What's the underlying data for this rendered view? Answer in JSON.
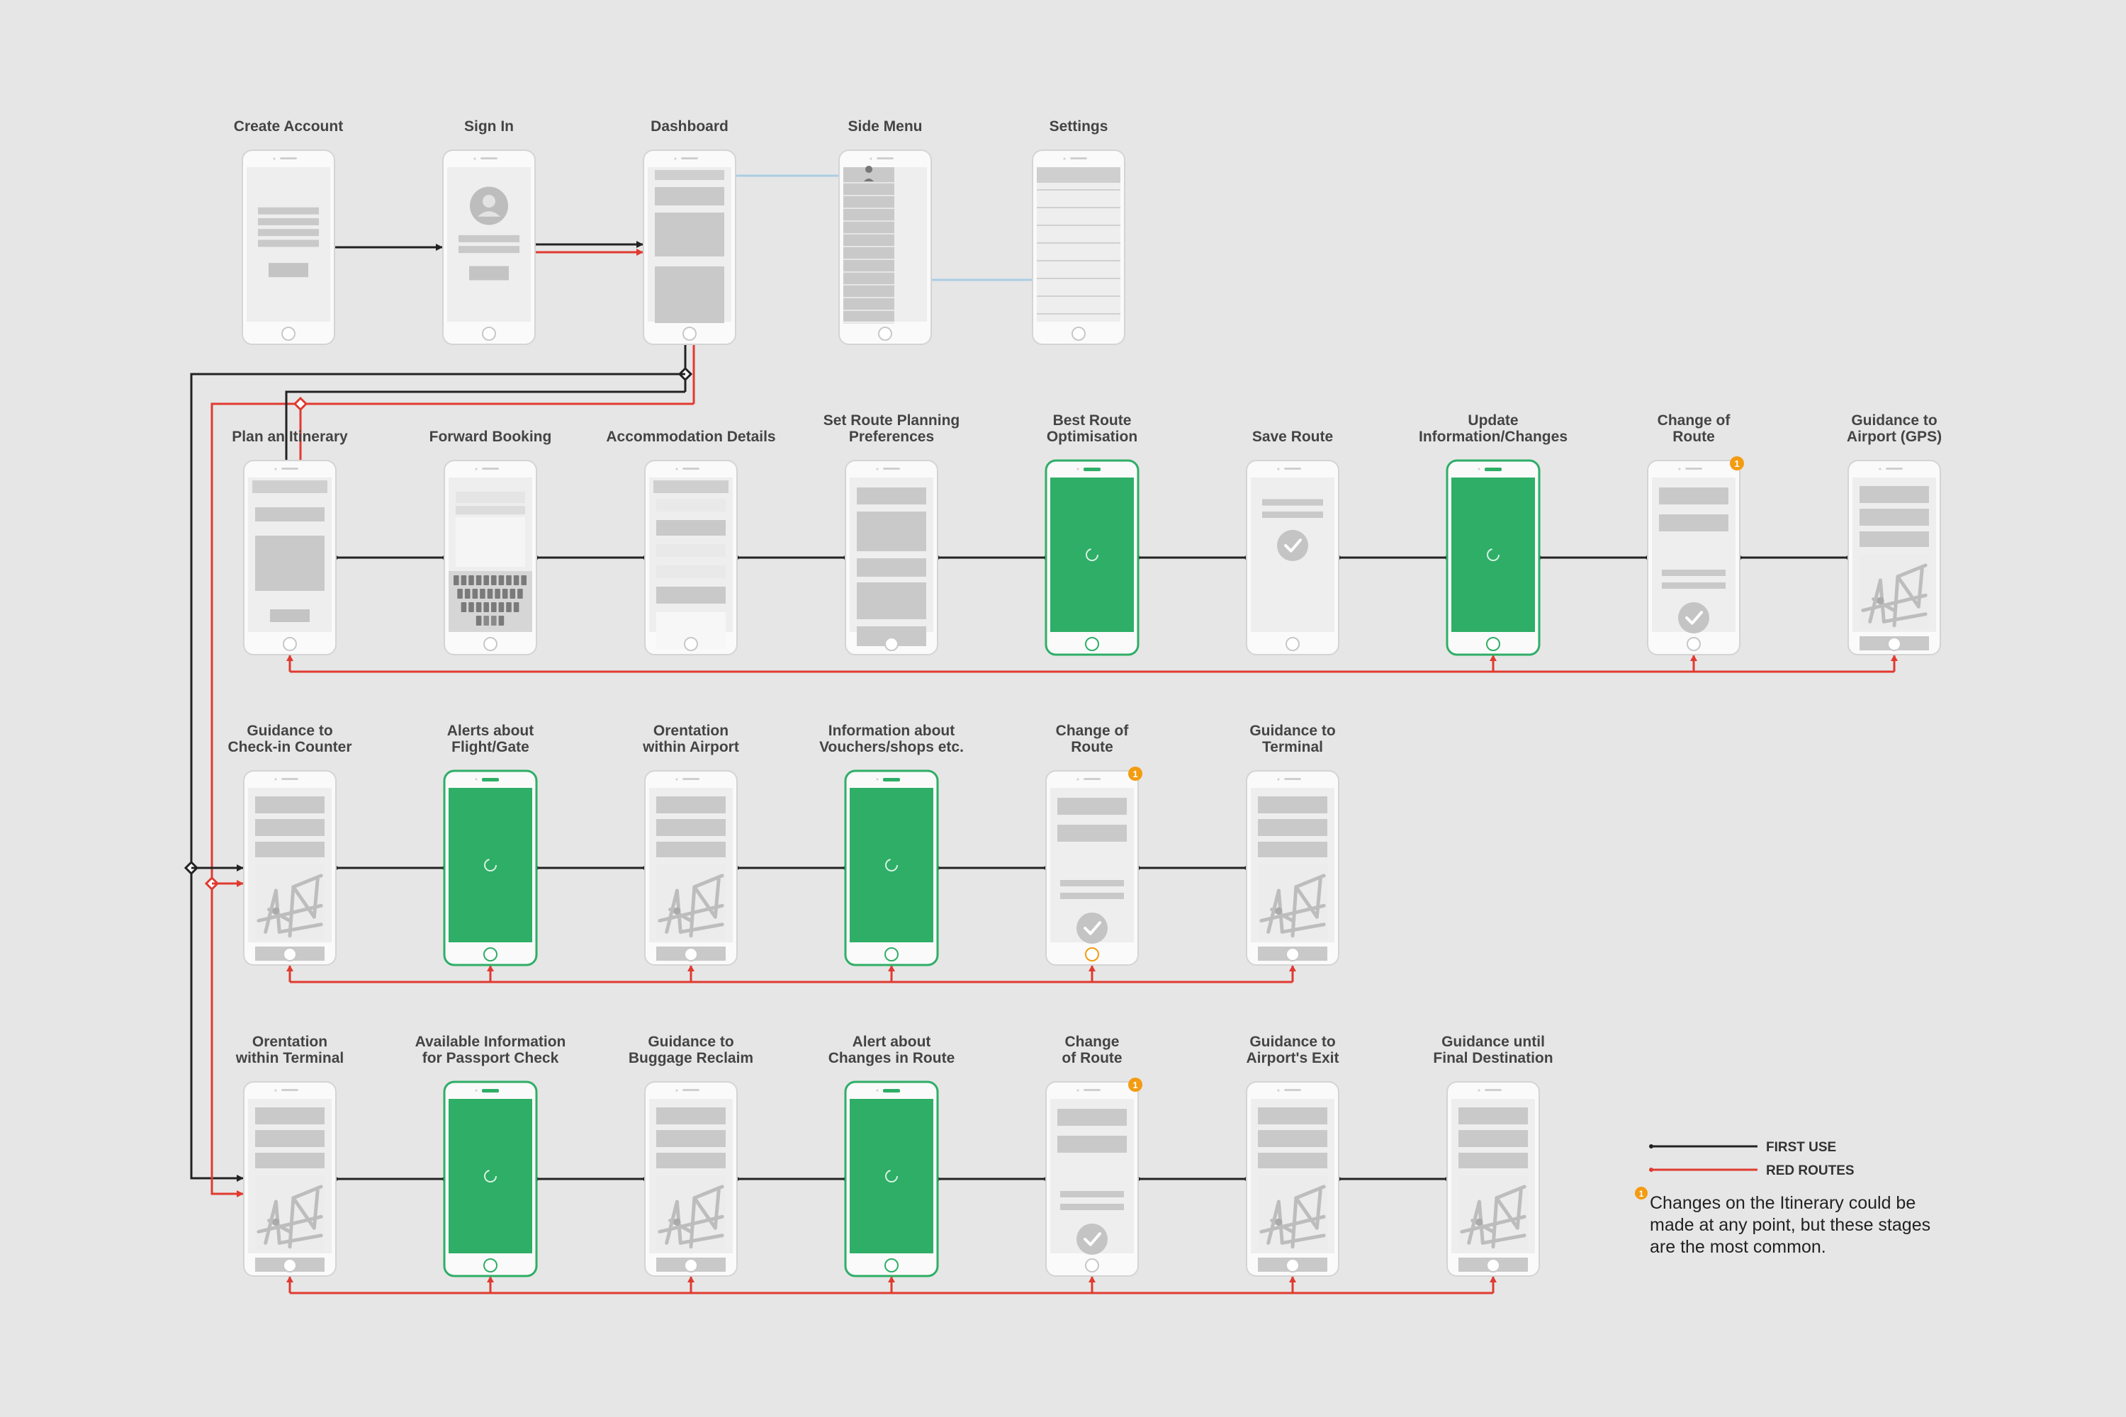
{
  "colors": {
    "background": "#e6e6e6",
    "first_use": "#222222",
    "red_routes": "#e03a30",
    "green_screen": "#2eae66",
    "badge": "#f39c12",
    "highlight": "#a9cde4"
  },
  "screens": [
    {
      "id": "create",
      "label": [
        "Create Account"
      ],
      "type": "form",
      "green": false
    },
    {
      "id": "signin",
      "label": [
        "Sign In"
      ],
      "type": "signin",
      "green": false
    },
    {
      "id": "dashboard",
      "label": [
        "Dashboard"
      ],
      "type": "dashboard",
      "green": false
    },
    {
      "id": "sidemenu",
      "label": [
        "Side Menu"
      ],
      "type": "sidemenu",
      "green": false
    },
    {
      "id": "settings",
      "label": [
        "Settings"
      ],
      "type": "settings",
      "green": false
    },
    {
      "id": "plan",
      "label": [
        "Plan an Itinerary"
      ],
      "type": "plan",
      "green": false
    },
    {
      "id": "forward",
      "label": [
        "Forward Booking"
      ],
      "type": "keyboard",
      "green": false
    },
    {
      "id": "accom",
      "label": [
        "Accommodation Details"
      ],
      "type": "accom",
      "green": false
    },
    {
      "id": "setroute",
      "label": [
        "Set Route Planning",
        "Preferences"
      ],
      "type": "prefs",
      "green": false
    },
    {
      "id": "best",
      "label": [
        "Best Route",
        "Optimisation"
      ],
      "type": "loading",
      "green": true
    },
    {
      "id": "save",
      "label": [
        "Save Route"
      ],
      "type": "check",
      "green": false
    },
    {
      "id": "update",
      "label": [
        "Update",
        "Information/Changes"
      ],
      "type": "loading",
      "green": true
    },
    {
      "id": "change1",
      "label": [
        "Change of",
        "Route"
      ],
      "type": "change",
      "green": false,
      "badge": true
    },
    {
      "id": "gps",
      "label": [
        "Guidance to",
        "Airport (GPS)"
      ],
      "type": "map",
      "green": false
    },
    {
      "id": "checkin",
      "label": [
        "Guidance to",
        "Check-in Counter"
      ],
      "type": "map",
      "green": false
    },
    {
      "id": "alerts",
      "label": [
        "Alerts about",
        "Flight/Gate"
      ],
      "type": "loading",
      "green": true
    },
    {
      "id": "orient1",
      "label": [
        "Orentation",
        "within Airport"
      ],
      "type": "map",
      "green": false
    },
    {
      "id": "vouchers",
      "label": [
        "Information about",
        "Vouchers/shops etc."
      ],
      "type": "loading",
      "green": true
    },
    {
      "id": "change2",
      "label": [
        "Change of",
        "Route"
      ],
      "type": "change",
      "green": false,
      "badge": true
    },
    {
      "id": "terminal",
      "label": [
        "Guidance to",
        "Terminal"
      ],
      "type": "map",
      "green": false
    },
    {
      "id": "orient2",
      "label": [
        "Orentation",
        "within Terminal"
      ],
      "type": "map",
      "green": false
    },
    {
      "id": "passport",
      "label": [
        "Available Information",
        "for Passport Check"
      ],
      "type": "loading",
      "green": true
    },
    {
      "id": "baggage",
      "label": [
        "Guidance to",
        "Buggage Reclaim"
      ],
      "type": "map",
      "green": false
    },
    {
      "id": "alertroute",
      "label": [
        "Alert about",
        "Changes in Route"
      ],
      "type": "loading",
      "green": true
    },
    {
      "id": "change3",
      "label": [
        "Change",
        "of Route"
      ],
      "type": "change",
      "green": false,
      "badge": true
    },
    {
      "id": "exit",
      "label": [
        "Guidance to",
        "Airport's Exit"
      ],
      "type": "map",
      "green": false
    },
    {
      "id": "final",
      "label": [
        "Guidance until",
        "Final Destination"
      ],
      "type": "map",
      "green": false
    }
  ],
  "legend": {
    "first_use": "FIRST USE",
    "red_routes": "RED ROUTES",
    "badge_number": "1",
    "note": "Changes on the Itinerary could be made at any point, but these stages are the most common."
  }
}
